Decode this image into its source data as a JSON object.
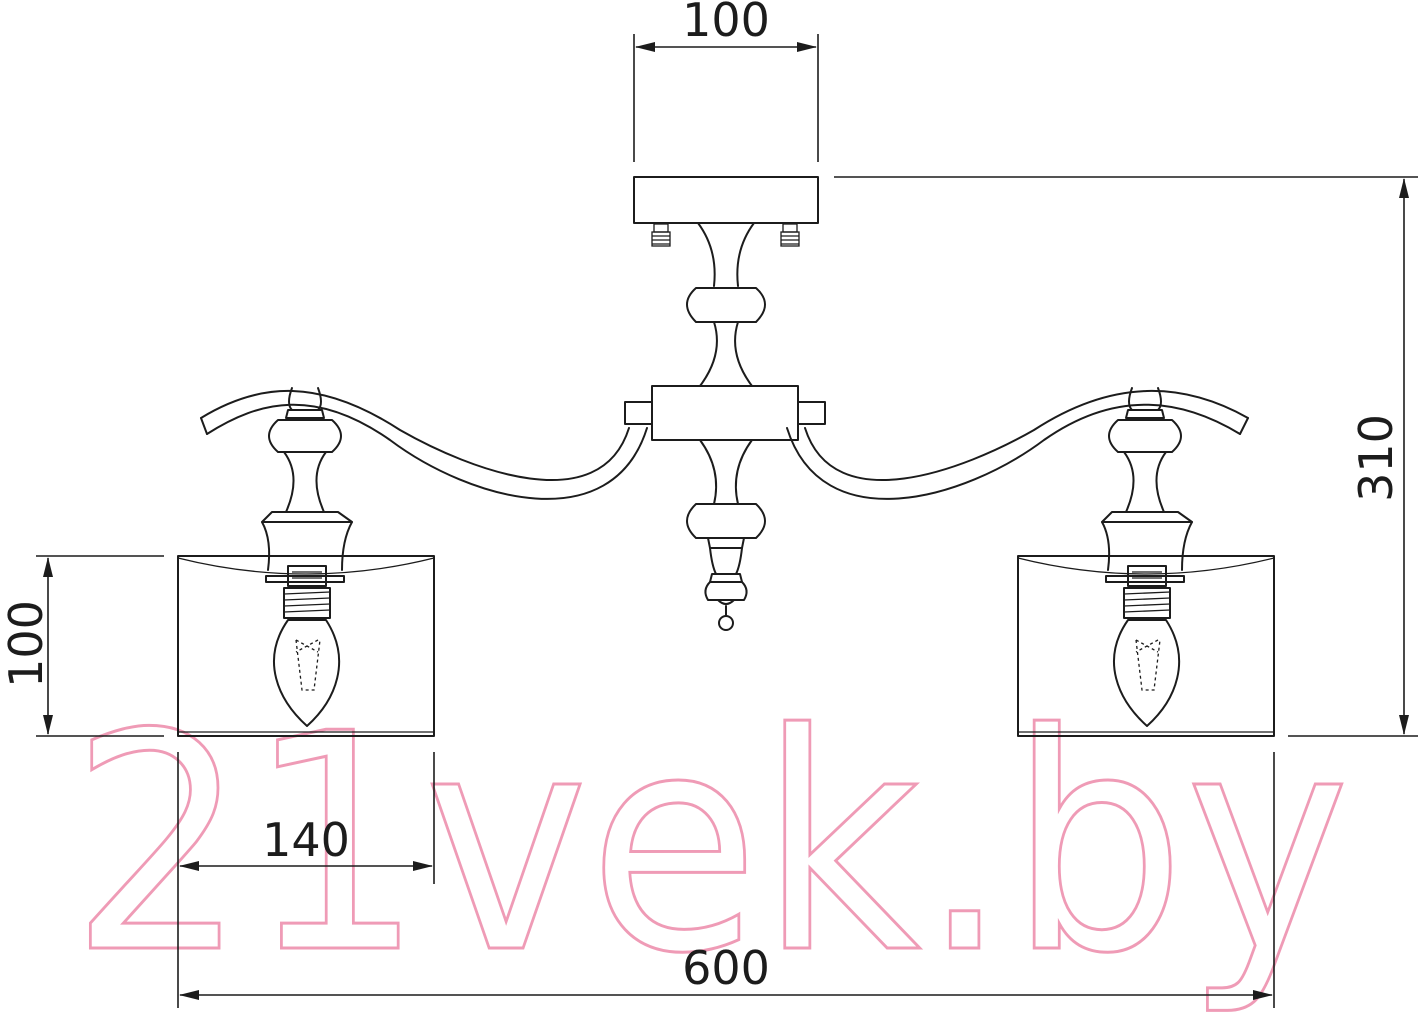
{
  "dimensions": {
    "canopy_width": "100",
    "total_height": "310",
    "shade_height": "100",
    "shade_width": "140",
    "total_width": "600"
  },
  "watermark": {
    "text": "21vek.by",
    "color": "#ef9bb6"
  },
  "colors": {
    "line": "#1c1c1c",
    "background": "#ffffff"
  }
}
